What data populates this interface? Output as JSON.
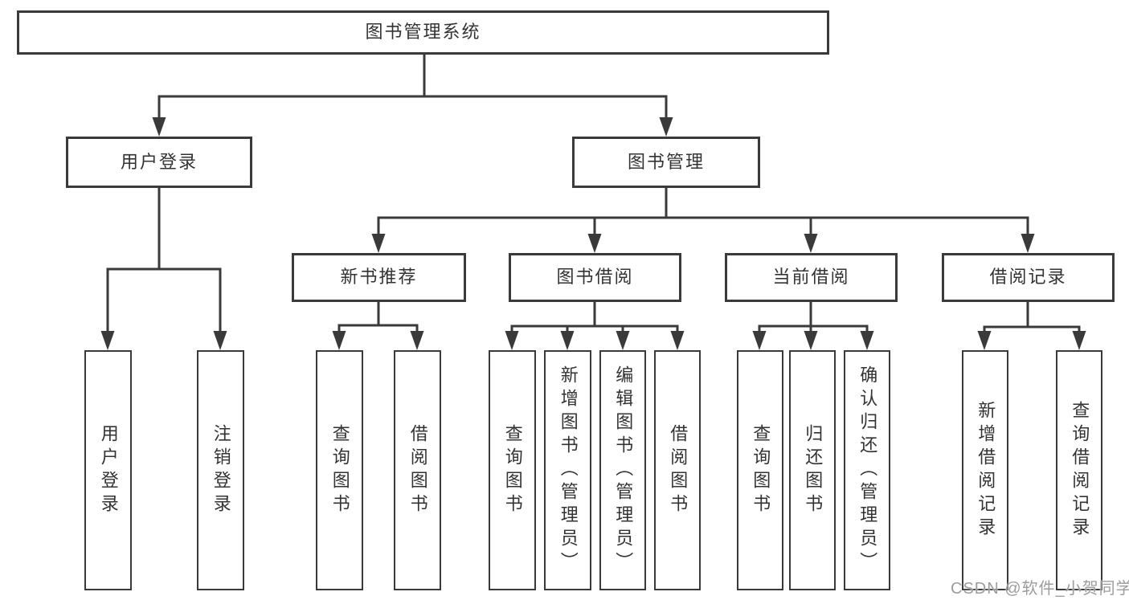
{
  "diagram": {
    "title": "图书管理系统",
    "nodes": [
      {
        "id": "root",
        "label": "图书管理系统"
      },
      {
        "id": "user-login",
        "label": "用户登录"
      },
      {
        "id": "book-management",
        "label": "图书管理"
      },
      {
        "id": "new-book-recommend",
        "label": "新书推荐"
      },
      {
        "id": "book-borrowing",
        "label": "图书借阅"
      },
      {
        "id": "current-borrowing",
        "label": "当前借阅"
      },
      {
        "id": "borrowing-records",
        "label": "借阅记录"
      },
      {
        "id": "leaf-user-login",
        "label": "用户登录"
      },
      {
        "id": "leaf-logout",
        "label": "注销登录"
      },
      {
        "id": "leaf-query-books-1",
        "label": "查询图书"
      },
      {
        "id": "leaf-borrow-books-1",
        "label": "借阅图书"
      },
      {
        "id": "leaf-query-books-2",
        "label": "查询图书"
      },
      {
        "id": "leaf-add-books",
        "label": "新增图书（管理员）"
      },
      {
        "id": "leaf-edit-books",
        "label": "编辑图书（管理员）"
      },
      {
        "id": "leaf-borrow-books-2",
        "label": "借阅图书"
      },
      {
        "id": "leaf-query-books-3",
        "label": "查询图书"
      },
      {
        "id": "leaf-return-books",
        "label": "归还图书"
      },
      {
        "id": "leaf-confirm-return",
        "label": "确认归还（管理员）"
      },
      {
        "id": "leaf-add-borrow-record",
        "label": "新增借阅记录"
      },
      {
        "id": "leaf-query-borrow-record",
        "label": "查询借阅记录"
      }
    ],
    "edges": [
      {
        "from": "root",
        "to": [
          "user-login",
          "book-management"
        ]
      },
      {
        "from": "user-login",
        "to": [
          "leaf-user-login",
          "leaf-logout"
        ]
      },
      {
        "from": "book-management",
        "to": [
          "new-book-recommend",
          "book-borrowing",
          "current-borrowing",
          "borrowing-records"
        ]
      },
      {
        "from": "new-book-recommend",
        "to": [
          "leaf-query-books-1",
          "leaf-borrow-books-1"
        ]
      },
      {
        "from": "book-borrowing",
        "to": [
          "leaf-query-books-2",
          "leaf-add-books",
          "leaf-edit-books",
          "leaf-borrow-books-2"
        ]
      },
      {
        "from": "current-borrowing",
        "to": [
          "leaf-query-books-3",
          "leaf-return-books",
          "leaf-confirm-return"
        ]
      },
      {
        "from": "borrowing-records",
        "to": [
          "leaf-add-borrow-record",
          "leaf-query-borrow-record"
        ]
      }
    ],
    "colors": {
      "line": "#3a3a3a",
      "text": "#333333",
      "background": "#ffffff",
      "watermark": "#9c9c9c"
    },
    "watermark": "CSDN @软件_小贺同学"
  }
}
